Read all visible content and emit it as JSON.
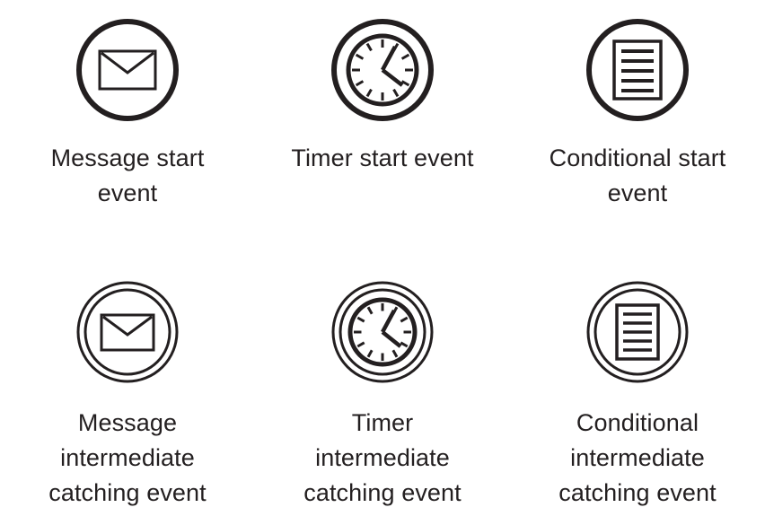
{
  "diagram": {
    "title": "BPMN message, timer and conditional event symbols",
    "background_color": "#ffffff",
    "stroke_color": "#231f20",
    "columns": 3,
    "rows": 2
  },
  "rows": [
    {
      "row_name": "start-events",
      "ring_style": "single-thick-circle",
      "cells": [
        {
          "id": "message-start-event",
          "icon": "envelope-icon",
          "label": "Message start\nevent",
          "label_lines": [
            "Message start",
            "event"
          ]
        },
        {
          "id": "timer-start-event",
          "icon": "clock-icon",
          "label": "Timer start event",
          "label_lines": [
            "Timer start event"
          ]
        },
        {
          "id": "conditional-start-event",
          "icon": "document-lines-icon",
          "label": "Conditional start\nevent",
          "label_lines": [
            "Conditional start",
            "event"
          ]
        }
      ]
    },
    {
      "row_name": "intermediate-catching-events",
      "ring_style": "double-thin-circle",
      "cells": [
        {
          "id": "message-intermediate-catching-event",
          "icon": "envelope-icon",
          "label": "Message\nintermediate\ncatching event",
          "label_lines": [
            "Message",
            "intermediate",
            "catching event"
          ]
        },
        {
          "id": "timer-intermediate-catching-event",
          "icon": "clock-icon",
          "label": "Timer\nintermediate\ncatching event",
          "label_lines": [
            "Timer",
            "intermediate",
            "catching event"
          ]
        },
        {
          "id": "conditional-intermediate-catching-event",
          "icon": "document-lines-icon",
          "label": "Conditional\nintermediate\ncatching event",
          "label_lines": [
            "Conditional",
            "intermediate",
            "catching event"
          ]
        }
      ]
    }
  ],
  "icon_details": {
    "clock": {
      "tick_count": 12,
      "hour_hand_position": "4",
      "minute_hand_position": "1"
    },
    "document": {
      "line_count": 5
    }
  }
}
